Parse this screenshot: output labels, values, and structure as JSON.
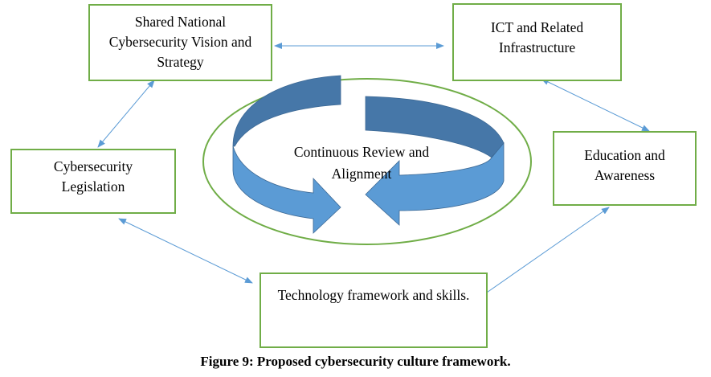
{
  "nodes": {
    "vision": "Shared National Cybersecurity Vision and Strategy",
    "ict": "ICT and Related Infrastructure",
    "legislation": "Cybersecurity Legislation",
    "education": "Education and Awareness",
    "technology": "Technology framework and skills."
  },
  "center": {
    "label": "Continuous Review and Alignment"
  },
  "caption": "Figure 9: Proposed cybersecurity culture framework.",
  "colors": {
    "box_border": "#70ad47",
    "connector": "#5b9bd5",
    "arrow_dark": "#4677a8",
    "arrow_light": "#5b9bd5"
  }
}
